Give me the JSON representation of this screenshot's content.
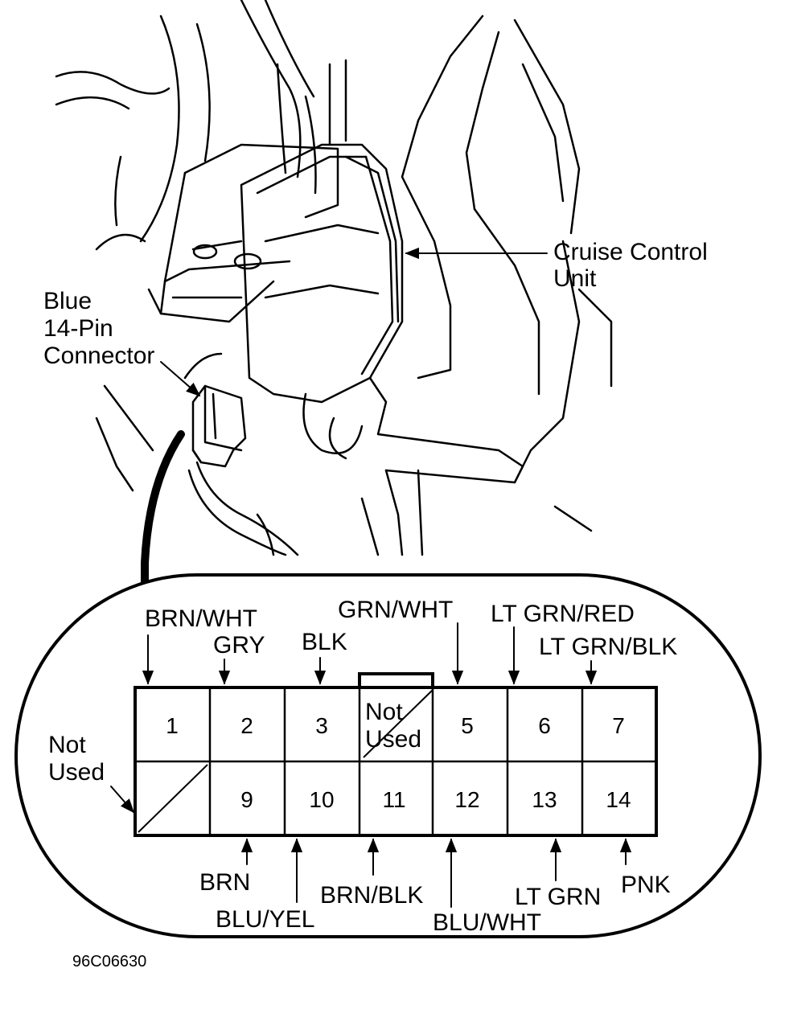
{
  "labels": {
    "unit_line1": "Cruise Control",
    "unit_line2": "Unit",
    "conn_line1": "Blue",
    "conn_line2": "14-Pin",
    "conn_line3": "Connector",
    "not_used_left_1": "Not",
    "not_used_left_2": "Used",
    "not_used_mid_1": "Not",
    "not_used_mid_2": "Used",
    "figure_code": "96C06630"
  },
  "pins_top": [
    "1",
    "2",
    "3",
    "",
    "5",
    "6",
    "7"
  ],
  "pins_bottom": [
    "",
    "9",
    "10",
    "11",
    "12",
    "13",
    "14"
  ],
  "wires_top": [
    {
      "pin": "1",
      "color": "BRN/WHT"
    },
    {
      "pin": "2",
      "color": "GRY"
    },
    {
      "pin": "3",
      "color": "BLK"
    },
    {
      "pin": "5",
      "color": "GRN/WHT"
    },
    {
      "pin": "6",
      "color": "LT GRN/RED"
    },
    {
      "pin": "7",
      "color": "LT GRN/BLK"
    }
  ],
  "wires_bottom": [
    {
      "pin": "9",
      "color": "BRN"
    },
    {
      "pin": "10",
      "color": "BLU/YEL"
    },
    {
      "pin": "11",
      "color": "BRN/BLK"
    },
    {
      "pin": "12",
      "color": "BLU/WHT"
    },
    {
      "pin": "13",
      "color": "LT GRN"
    },
    {
      "pin": "14",
      "color": "PNK"
    }
  ]
}
